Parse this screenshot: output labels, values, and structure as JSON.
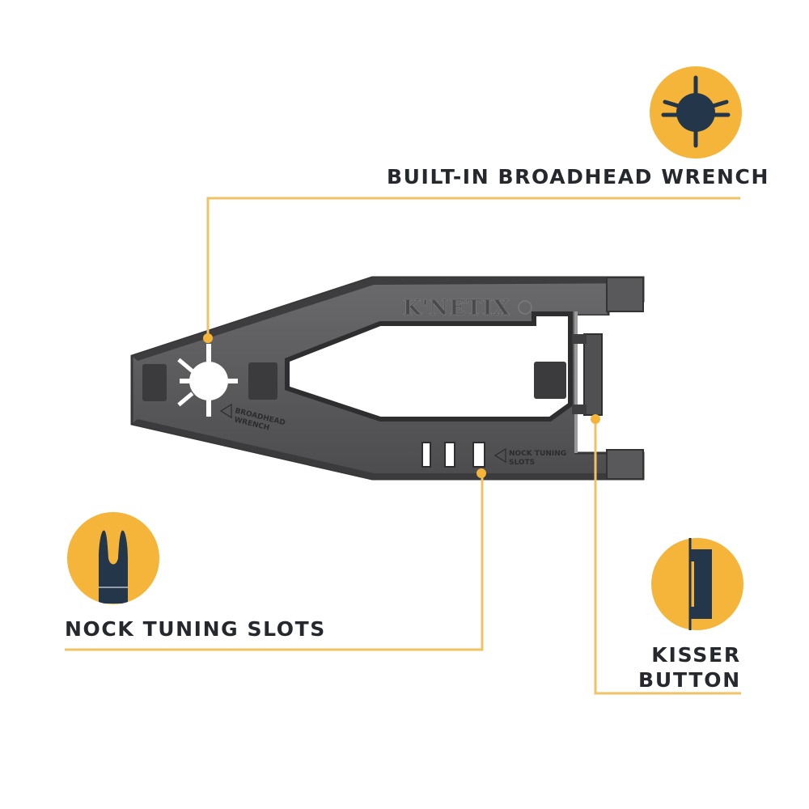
{
  "colors": {
    "accent": "#f5b43a",
    "line": "#efc263",
    "icon_dark": "#24364a",
    "text": "#25282d",
    "tool_body": "#58585a",
    "tool_edge": "#3c3c3e",
    "background": "#ffffff"
  },
  "product": {
    "brand_emboss": "K'NETIX",
    "emboss_broadhead": [
      "BROADHEAD",
      "WRENCH"
    ],
    "emboss_nock": [
      "NOCK TUNING",
      "SLOTS"
    ]
  },
  "callouts": [
    {
      "id": "broadhead-wrench",
      "icon": "broadhead-wrench-icon",
      "label": "BUILT-IN BROADHEAD WRENCH"
    },
    {
      "id": "nock-tuning-slots",
      "icon": "nock-icon",
      "label": "NOCK TUNING SLOTS"
    },
    {
      "id": "kisser-button",
      "icon": "kisser-button-icon",
      "label_lines": [
        "KISSER",
        "BUTTON"
      ]
    }
  ]
}
